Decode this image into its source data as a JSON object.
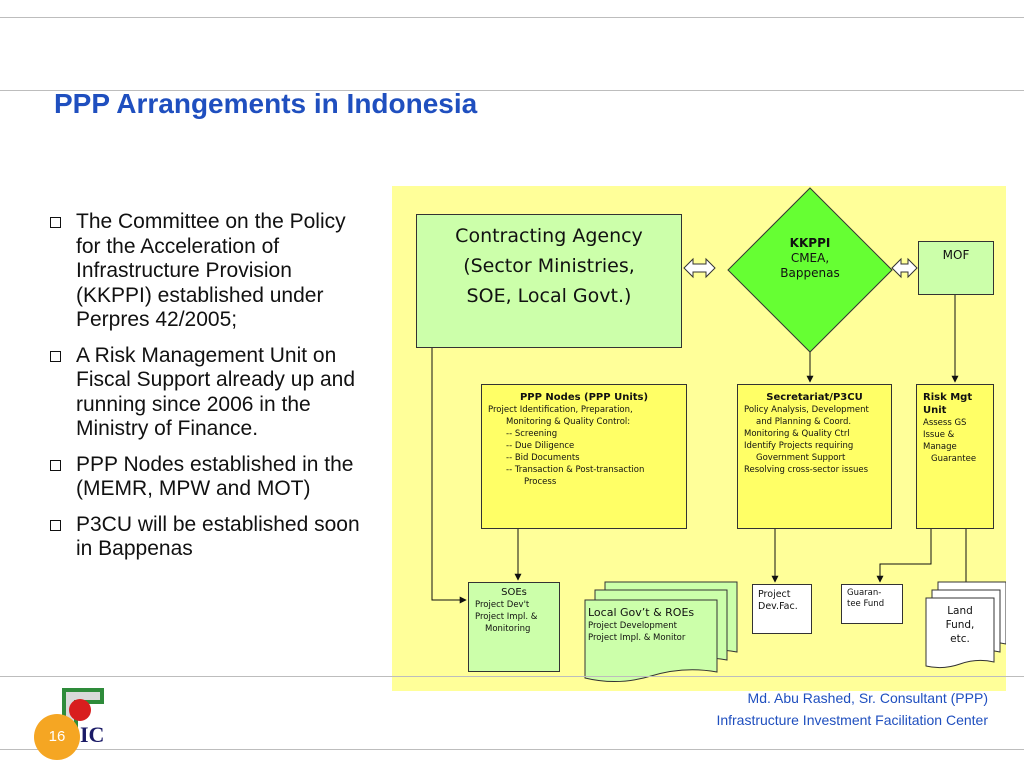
{
  "slide": {
    "title": "PPP Arrangements in Indonesia",
    "bullets": [
      "The Committee on the Policy for the Acceleration of Infrastructure Provision (KKPPI) established under Perpres 42/2005;",
      "A Risk Management Unit on Fiscal Support already up and running since 2006 in the Ministry of Finance.",
      "PPP Nodes established in the (MEMR, MPW and MOT)",
      "P3CU will be established soon in Bappenas"
    ],
    "page_number": "16",
    "footer": {
      "author": "Md. Abu Rashed, Sr. Consultant (PPP)",
      "org": "Infrastructure Investment Facilitation Center"
    },
    "logo_text": "IC"
  },
  "diagram": {
    "agency": {
      "line1": "Contracting Agency",
      "line2": "(Sector Ministries,",
      "line3": "SOE, Local Govt.)"
    },
    "kkppi": {
      "title": "KKPPI",
      "line1": "CMEA,",
      "line2": "Bappenas"
    },
    "mof": {
      "label": "MOF"
    },
    "ppp_nodes": {
      "title": "PPP Nodes (PPP Units)",
      "lines": [
        "Project Identification, Preparation,",
        "Monitoring & Quality Control:",
        "-- Screening",
        "-- Due Diligence",
        "-- Bid Documents",
        "-- Transaction & Post-transaction",
        "Process"
      ]
    },
    "secretariat": {
      "title": "Secretariat/P3CU",
      "lines": [
        "Policy Analysis, Development",
        "and Planning & Coord.",
        "Monitoring & Quality Ctrl",
        "Identify Projects requiring",
        "Government Support",
        "Resolving cross-sector issues"
      ]
    },
    "risk": {
      "title1": "Risk Mgt",
      "title2": "Unit",
      "lines": [
        "Assess GS",
        "Issue  &",
        "Manage",
        "Guarantee"
      ]
    },
    "soes": {
      "title": "SOEs",
      "lines": [
        "Project Dev't",
        "Project Impl. &",
        "Monitoring"
      ]
    },
    "local": {
      "title": "Local Gov’t & ROEs",
      "lines": [
        "Project Development",
        "Project Impl. & Monitor"
      ]
    },
    "project_dev": {
      "line1": "Project",
      "line2": "Dev.Fac."
    },
    "guarantee": {
      "line1": "Guaran-",
      "line2": "tee Fund"
    },
    "land": {
      "line1": "Land",
      "line2": "Fund,",
      "line3": "etc."
    }
  },
  "colors": {
    "title": "#1f4fbf",
    "diagram_bg": "#ffff99",
    "green_box": "#ccffaa",
    "yellow_box": "#ffff66",
    "diamond": "#66ff33",
    "page_circle": "#f5a623"
  }
}
